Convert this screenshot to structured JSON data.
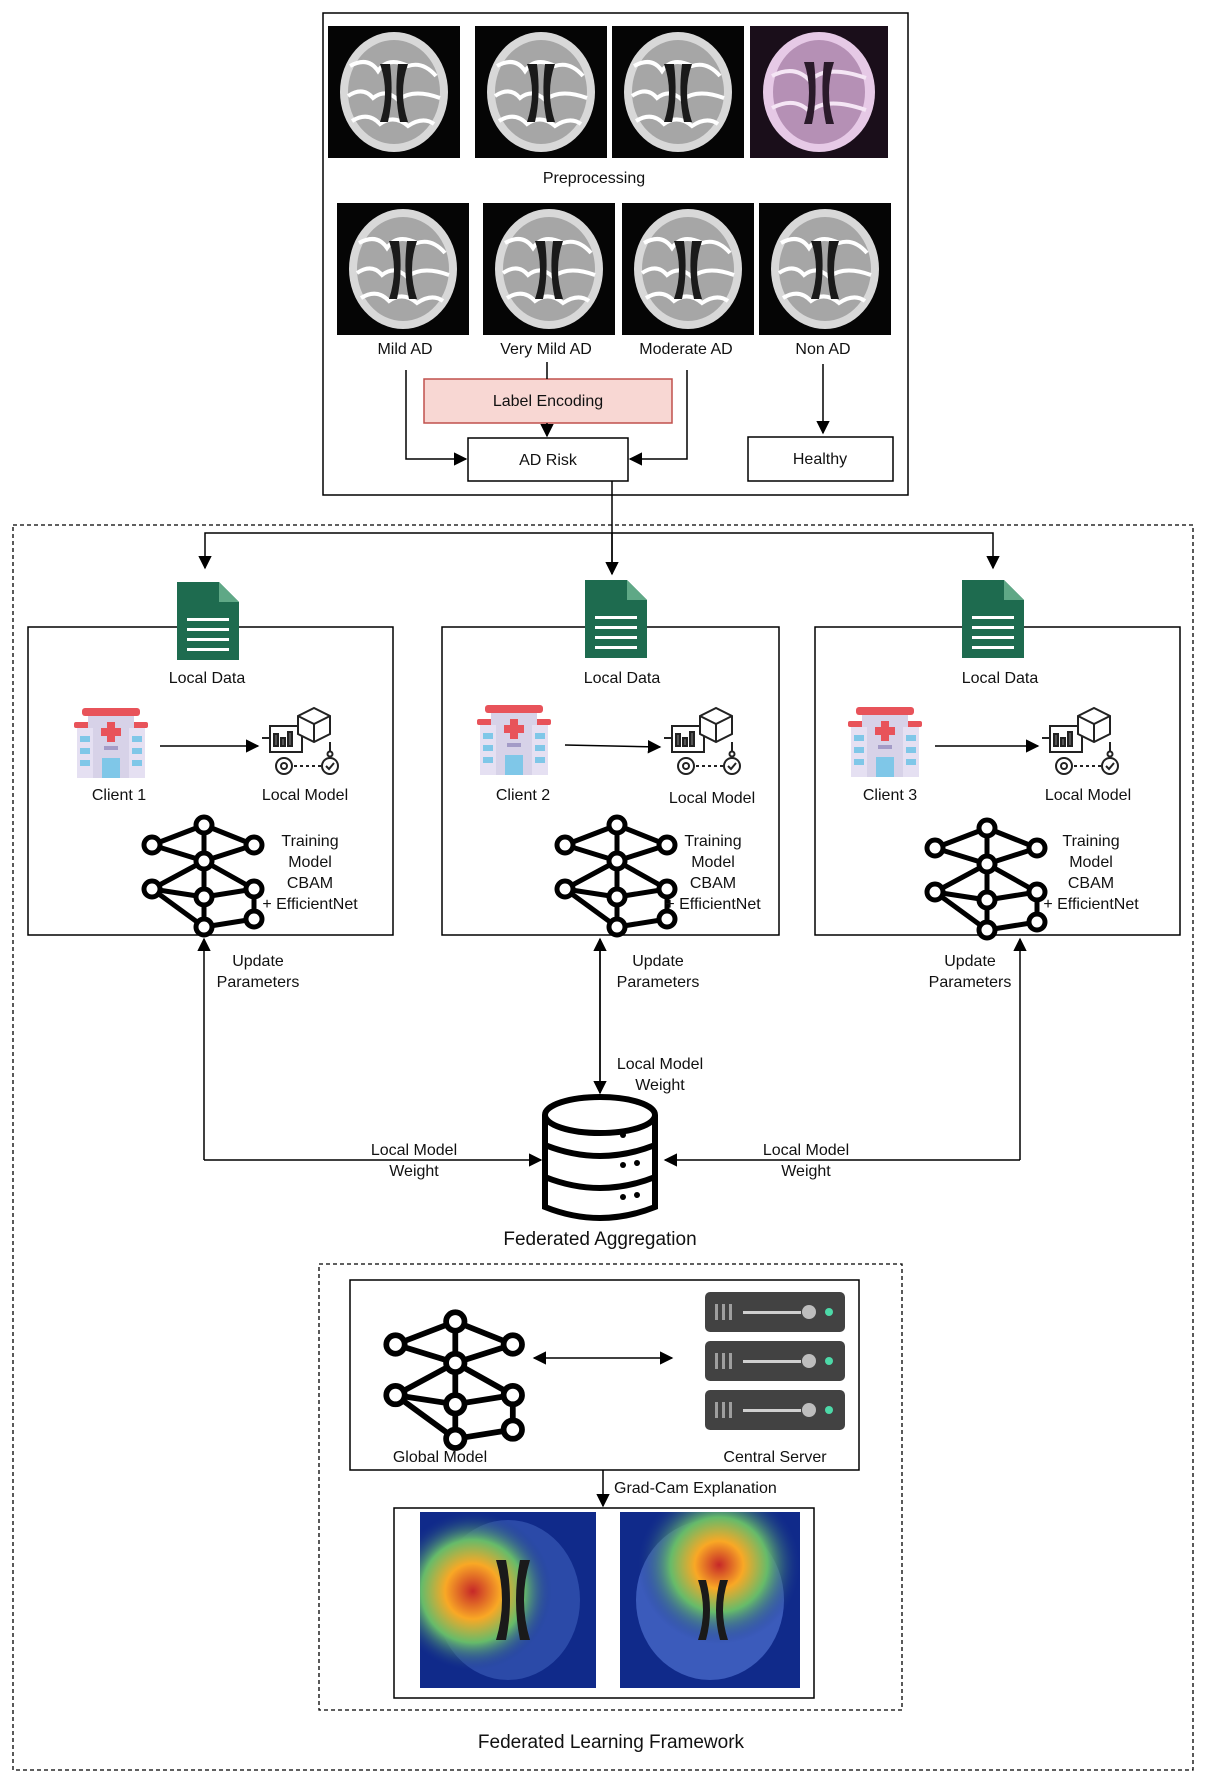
{
  "preprocessing": {
    "label": "Preprocessing",
    "class_labels": [
      "Mild AD",
      "Very Mild AD",
      "Moderate AD",
      "Non AD"
    ],
    "label_encoding": "Label Encoding",
    "ad_risk": "AD Risk",
    "healthy": "Healthy"
  },
  "clients": [
    {
      "local_data": "Local Data",
      "name": "Client 1",
      "local_model": "Local Model",
      "training": [
        "Training",
        "Model",
        "CBAM",
        "+ EfficientNet"
      ]
    },
    {
      "local_data": "Local Data",
      "name": "Client 2",
      "local_model": "Local Model",
      "training": [
        "Training",
        "Model",
        "CBAM",
        "+ EfficientNet"
      ]
    },
    {
      "local_data": "Local Data",
      "name": "Client 3",
      "local_model": "Local Model",
      "training": [
        "Training",
        "Model",
        "CBAM",
        "+ EfficientNet"
      ]
    }
  ],
  "update_parameters": [
    "Update",
    "Parameters"
  ],
  "local_model_weight": [
    "Local Model",
    "Weight"
  ],
  "aggregation": {
    "label": "Federated Aggregation"
  },
  "global": {
    "global_model": "Global Model",
    "central_server": "Central Server",
    "gradcam": "Grad-Cam Explanation"
  },
  "framework_label": "Federated Learning Framework",
  "colors": {
    "doc_green": "#1e6b4f",
    "label_encoding_fill": "#f8d7d3",
    "label_encoding_stroke": "#c0504d",
    "server_dark": "#424242",
    "server_led": "#4dd9a8",
    "hospital_red": "#e8535a",
    "hospital_body": "#d7d2e8",
    "hospital_window": "#7fc7e8"
  }
}
